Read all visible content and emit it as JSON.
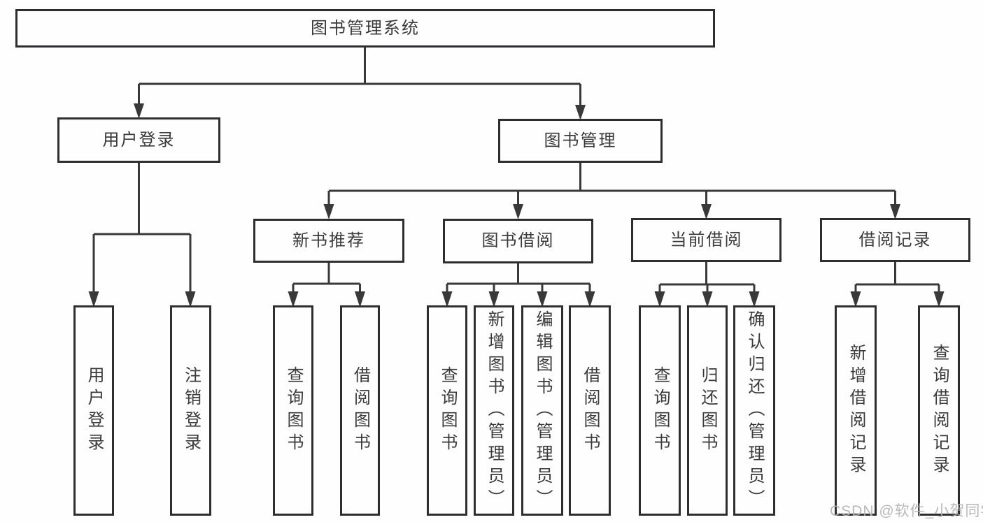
{
  "diagram_type": "functional-structure-tree",
  "colors": {
    "background": "#fefefe",
    "line": "#39393b",
    "box_border": "#2e2e30",
    "text": "#3a3a3c",
    "watermark": "#b3b1b1"
  },
  "tree": {
    "label": "图书管理系统",
    "children": [
      {
        "label": "用户登录",
        "children": [
          {
            "label": "用户登录"
          },
          {
            "label": "注销登录"
          }
        ]
      },
      {
        "label": "图书管理",
        "children": [
          {
            "label": "新书推荐",
            "children": [
              {
                "label": "查询图书"
              },
              {
                "label": "借阅图书"
              }
            ]
          },
          {
            "label": "图书借阅",
            "children": [
              {
                "label": "查询图书"
              },
              {
                "label": "新增图书（管理员）"
              },
              {
                "label": "编辑图书（管理员）"
              },
              {
                "label": "借阅图书"
              }
            ]
          },
          {
            "label": "当前借阅",
            "children": [
              {
                "label": "查询图书"
              },
              {
                "label": "归还图书"
              },
              {
                "label": "确认归还（管理员）"
              }
            ]
          },
          {
            "label": "借阅记录",
            "children": [
              {
                "label": "新增借阅记录"
              },
              {
                "label": "查询借阅记录"
              }
            ]
          }
        ]
      }
    ]
  },
  "watermark": "CSDN @软件_小贺同学"
}
